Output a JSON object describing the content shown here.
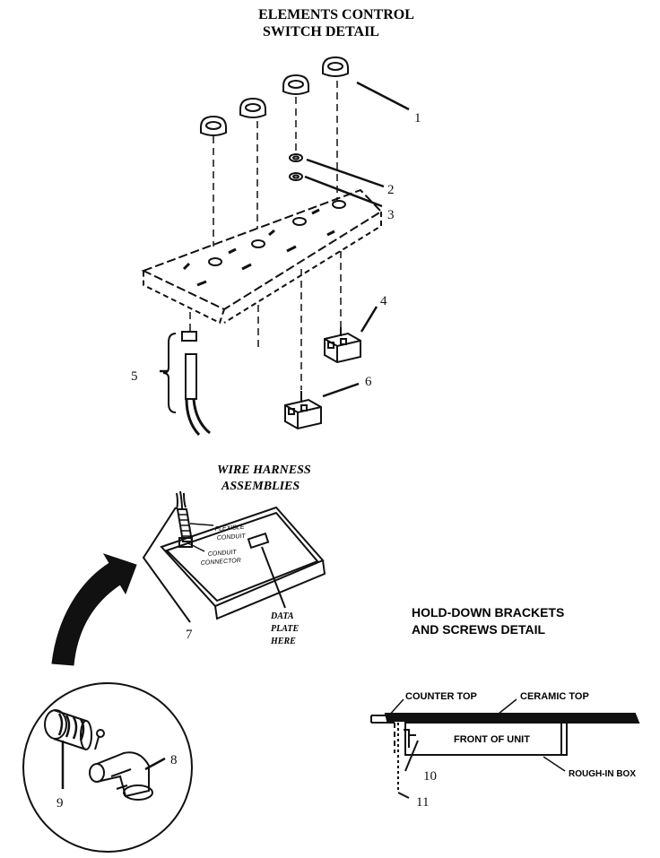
{
  "titles": {
    "switch_detail_line1": "ELEMENTS CONTROL",
    "switch_detail_line2": "SWITCH DETAIL",
    "harness_line1": "WIRE HARNESS",
    "harness_line2": "ASSEMBLIES",
    "bracket_line1": "HOLD-DOWN BRACKETS",
    "bracket_line2": "AND SCREWS DETAIL"
  },
  "callouts": {
    "c1": "1",
    "c2": "2",
    "c3": "3",
    "c4": "4",
    "c5": "5",
    "c6": "6",
    "c7": "7",
    "c8": "8",
    "c9": "9",
    "c10": "10",
    "c11": "11"
  },
  "harness_labels": {
    "flexible": "FLEXIBLE",
    "conduit": "CONDUIT",
    "conduit2": "CONDUIT",
    "connector": "CONNECTOR",
    "data": "DATA",
    "plate": "PLATE",
    "here": "HERE"
  },
  "bracket_labels": {
    "counter_top": "COUNTER TOP",
    "ceramic_top": "CERAMIC TOP",
    "front_of_unit": "FRONT OF UNIT",
    "rough_in_box": "ROUGH-IN BOX"
  }
}
